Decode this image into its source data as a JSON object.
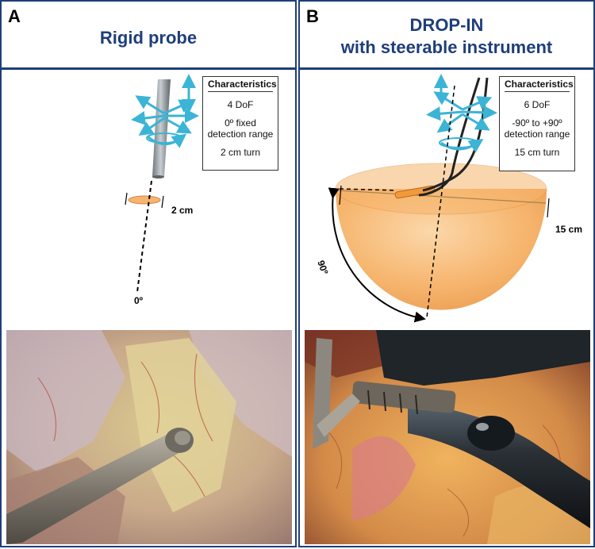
{
  "panels": {
    "a": {
      "letter": "A",
      "title": "Rigid probe",
      "characteristics": {
        "heading": "Characteristics",
        "dof": "4 DoF",
        "range": "0º fixed detection range",
        "turn": "2 cm turn"
      },
      "labels": {
        "size": "2 cm",
        "angle": "0º"
      }
    },
    "b": {
      "letter": "B",
      "title_line1": "DROP-IN",
      "title_line2": "with steerable instrument",
      "characteristics": {
        "heading": "Characteristics",
        "dof": "6 DoF",
        "range": "-90º to +90º detection range",
        "turn": "15 cm turn"
      },
      "labels": {
        "size": "15 cm",
        "angle": "90º"
      }
    }
  },
  "colors": {
    "frame": "#1f3e7a",
    "arrows": "#3bb4d6",
    "hemisphere": "#f5a857",
    "probe": "#8a9296"
  }
}
